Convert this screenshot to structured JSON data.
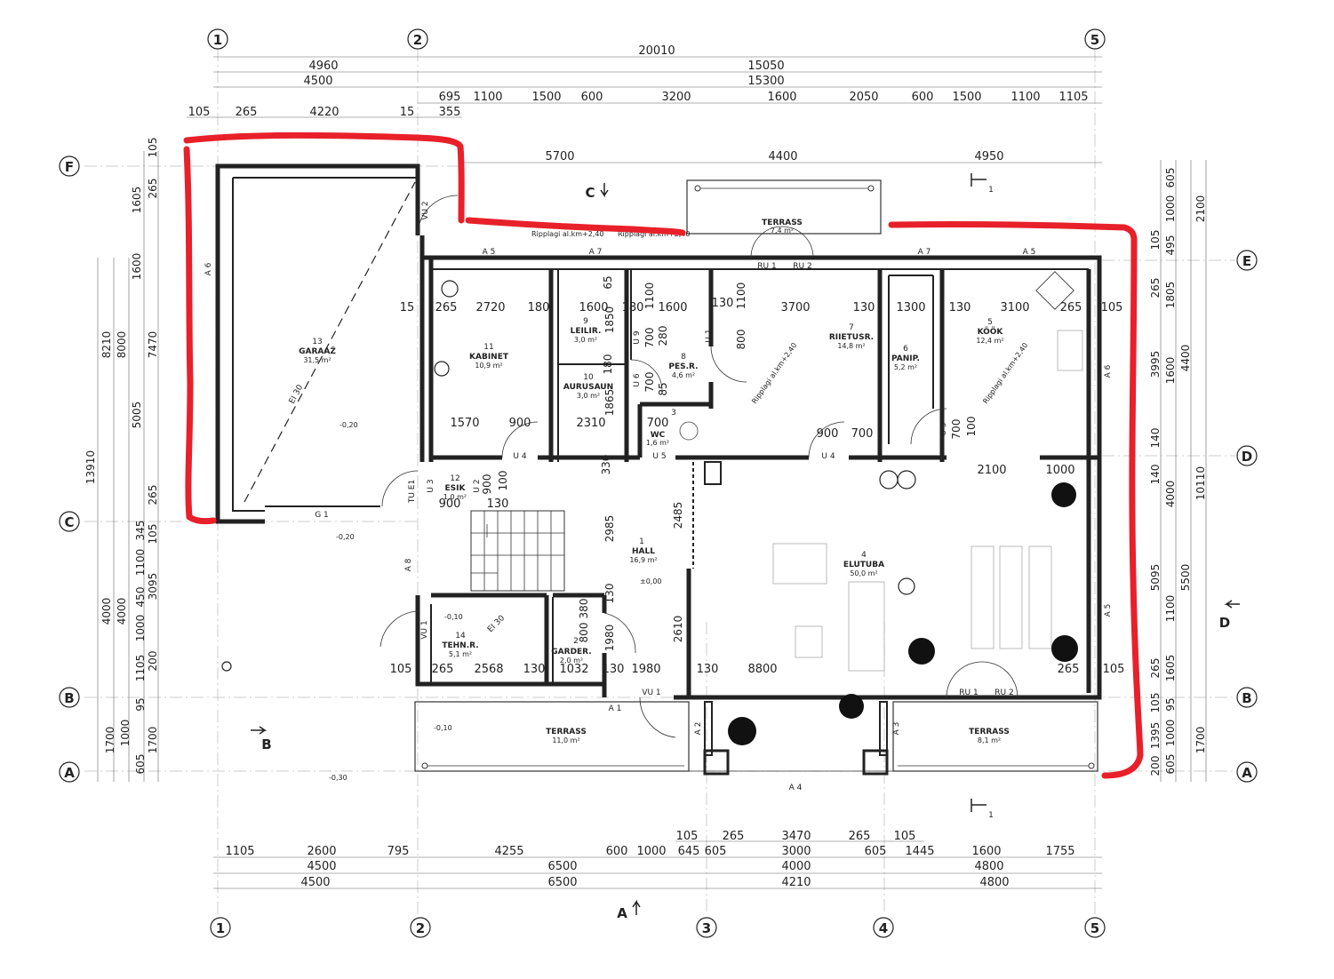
{
  "grid_axes": {
    "top": [
      "1",
      "2",
      "5"
    ],
    "bottom": [
      "1",
      "2",
      "3",
      "4",
      "5"
    ],
    "left": [
      "F",
      "C",
      "B",
      "A"
    ],
    "right": [
      "E",
      "D",
      "B",
      "A"
    ]
  },
  "dims_top": {
    "row1": [
      "20010"
    ],
    "row2": [
      "4960",
      "15050"
    ],
    "row3": [
      "4500",
      "15300"
    ],
    "row4": [
      "695",
      "1100",
      "1500",
      "600",
      "3200",
      "1600",
      "2050",
      "600",
      "1500",
      "1100",
      "1105"
    ],
    "row5": [
      "105",
      "265",
      "4220",
      "15",
      "355"
    ],
    "row6": [
      "5700",
      "4400",
      "4950"
    ]
  },
  "dims_bottom": {
    "row1": [
      "105",
      "265",
      "3470",
      "265",
      "105"
    ],
    "row2": [
      "1105",
      "2600",
      "795",
      "4255",
      "600",
      "1000",
      "645",
      "605",
      "3000",
      "605",
      "1445",
      "1600",
      "1755"
    ],
    "row3": [
      "4500",
      "6500",
      "4000",
      "4800"
    ],
    "row4": [
      "4500",
      "6500",
      "4210",
      "4800"
    ]
  },
  "dims_left": [
    "105",
    "1605",
    "265",
    "1600",
    "8210",
    "8000",
    "7470",
    "5005",
    "13910",
    "265",
    "345",
    "105",
    "1100",
    "3095",
    "4000",
    "4000",
    "450",
    "1000",
    "1105",
    "200",
    "95",
    "1700",
    "1000",
    "605",
    "1700"
  ],
  "dims_right": [
    "605",
    "1000",
    "2100",
    "105",
    "495",
    "265",
    "1805",
    "3995",
    "1600",
    "4400",
    "140",
    "140",
    "4000",
    "10110",
    "5095",
    "5500",
    "1100",
    "1605",
    "265",
    "105",
    "95",
    "1395",
    "1000",
    "1700",
    "200",
    "605"
  ],
  "rooms": [
    {
      "num": "13",
      "name": "GARAAŽ",
      "area": "31,5 m²"
    },
    {
      "num": "11",
      "name": "KABINET",
      "area": "10,9 m²"
    },
    {
      "num": "9",
      "name": "LEILIR.",
      "area": "3,0 m²"
    },
    {
      "num": "10",
      "name": "AURUSAUN",
      "area": "3,0 m²"
    },
    {
      "num": "8",
      "name": "PES.R.",
      "area": "4,6 m²"
    },
    {
      "num": "3",
      "name": "WC",
      "area": "1,6 m²"
    },
    {
      "num": "7",
      "name": "RIIETUSR.",
      "area": "14,8 m²"
    },
    {
      "num": "6",
      "name": "PANIP.",
      "area": "5,2 m²"
    },
    {
      "num": "5",
      "name": "KÖÖK",
      "area": "12,4 m²"
    },
    {
      "num": "12",
      "name": "ESIK",
      "area": "1,0 m²"
    },
    {
      "num": "1",
      "name": "HALL",
      "area": "16,9 m²"
    },
    {
      "num": "4",
      "name": "ELUTUBA",
      "area": "50,0 m²"
    },
    {
      "num": "14",
      "name": "TEHN.R.",
      "area": "5,1 m²"
    },
    {
      "num": "2",
      "name": "GARDER.",
      "area": "2,0 m²"
    }
  ],
  "terraces": [
    {
      "name": "TERRASS",
      "area": "7,4 m²"
    },
    {
      "name": "TERRASS",
      "area": "11,0 m²"
    },
    {
      "name": "TERRASS",
      "area": "8,1 m²"
    }
  ],
  "door_labels": [
    "VU 2",
    "A 6",
    "A 5",
    "A 7",
    "A 7",
    "A 5",
    "RU 1",
    "RU 2",
    "A 6",
    "U 9",
    "U 1",
    "U 6",
    "U 4",
    "U 5",
    "U 4",
    "U 5",
    "U 3",
    "U 2",
    "TU E1",
    "G 1",
    "A 8",
    "VU 1",
    "A 1",
    "VU 1",
    "A 2",
    "A 3",
    "RU 1",
    "RU 2",
    "A 4",
    "A 5"
  ],
  "ceiling_notes": [
    "Ripplagi al.km+2,40",
    "Ripplagi al.km+2,40",
    "Ripplagi al.km+2,40",
    "Ripplagi al.km+2,40"
  ],
  "fire_notes": [
    "EI 30",
    "EI 30"
  ],
  "levels": [
    "-0,20",
    "-0,20",
    "±0,00",
    "-0,10",
    "-0,10",
    "-0,30"
  ],
  "interior_dims": [
    "15",
    "265",
    "2720",
    "180",
    "1600",
    "180",
    "1600",
    "130",
    "1100",
    "3700",
    "130",
    "1300",
    "130",
    "3100",
    "265",
    "105",
    "65",
    "1850",
    "1100",
    "700",
    "280",
    "180",
    "800",
    "85",
    "700",
    "1865",
    "2310",
    "1570",
    "900",
    "700",
    "900",
    "700",
    "700",
    "100",
    "330",
    "2100",
    "1000",
    "900",
    "100",
    "900",
    "130",
    "2985",
    "2485",
    "380",
    "130",
    "800",
    "1980",
    "2610",
    "130",
    "105",
    "265",
    "2568",
    "130",
    "1032",
    "130",
    "1980",
    "130",
    "8800",
    "265",
    "105"
  ],
  "section_marks": [
    "C",
    "1",
    "1",
    "B",
    "D",
    "A"
  ],
  "colors": {
    "annotation": "#e8202a",
    "ink": "#222222"
  }
}
